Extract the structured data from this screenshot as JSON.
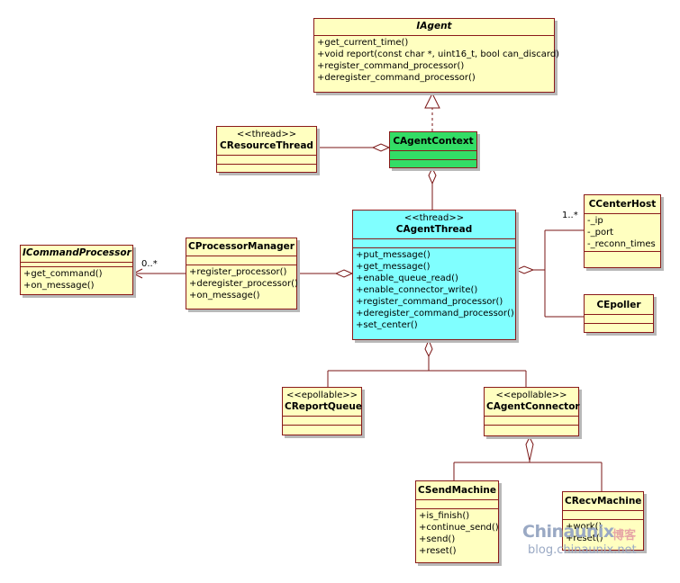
{
  "classes": {
    "iagent": {
      "name": "IAgent",
      "ops": [
        "+get_current_time()",
        "+void report(const char *, uint16_t, bool can_discard)",
        "+register_command_processor()",
        "+deregister_command_processor()"
      ]
    },
    "cresourcethread": {
      "stereotype": "<<thread>>",
      "name": "CResourceThread"
    },
    "cagentcontext": {
      "name": "CAgentContext"
    },
    "cagentthread": {
      "stereotype": "<<thread>>",
      "name": "CAgentThread",
      "ops": [
        "+put_message()",
        "+get_message()",
        "+enable_queue_read()",
        "+enable_connector_write()",
        "+register_command_processor()",
        "+deregister_command_processor()",
        "+set_center()"
      ]
    },
    "icommandprocessor": {
      "name": "ICommandProcessor",
      "ops": [
        "+get_command()",
        "+on_message()"
      ]
    },
    "cprocessormanager": {
      "name": "CProcessorManager",
      "ops": [
        "+register_processor()",
        "+deregister_processor()",
        "+on_message()"
      ]
    },
    "ccenterhost": {
      "name": "CCenterHost",
      "attrs": [
        "-_ip",
        "-_port",
        "-_reconn_times"
      ]
    },
    "cepoller": {
      "name": "CEpoller"
    },
    "creportqueue": {
      "stereotype": "<<epollable>>",
      "name": "CReportQueue"
    },
    "cagentconnector": {
      "stereotype": "<<epollable>>",
      "name": "CAgentConnector"
    },
    "csendmachine": {
      "name": "CSendMachine",
      "ops": [
        "+is_finish()",
        "+continue_send()",
        "+send()",
        "+reset()"
      ]
    },
    "crecvmachine": {
      "name": "CRecvMachine",
      "ops": [
        "+work()",
        "+reset()"
      ]
    }
  },
  "multiplicities": {
    "processor": "0..*",
    "center": "1..*"
  },
  "watermark": {
    "brand": "Chinaunix",
    "cn": "博客",
    "url": "blog.chinaunix.net"
  },
  "colors": {
    "interface": "#ffffc0",
    "context": "#33dd66",
    "thread": "#80ffff",
    "border": "#8a1a1a"
  }
}
